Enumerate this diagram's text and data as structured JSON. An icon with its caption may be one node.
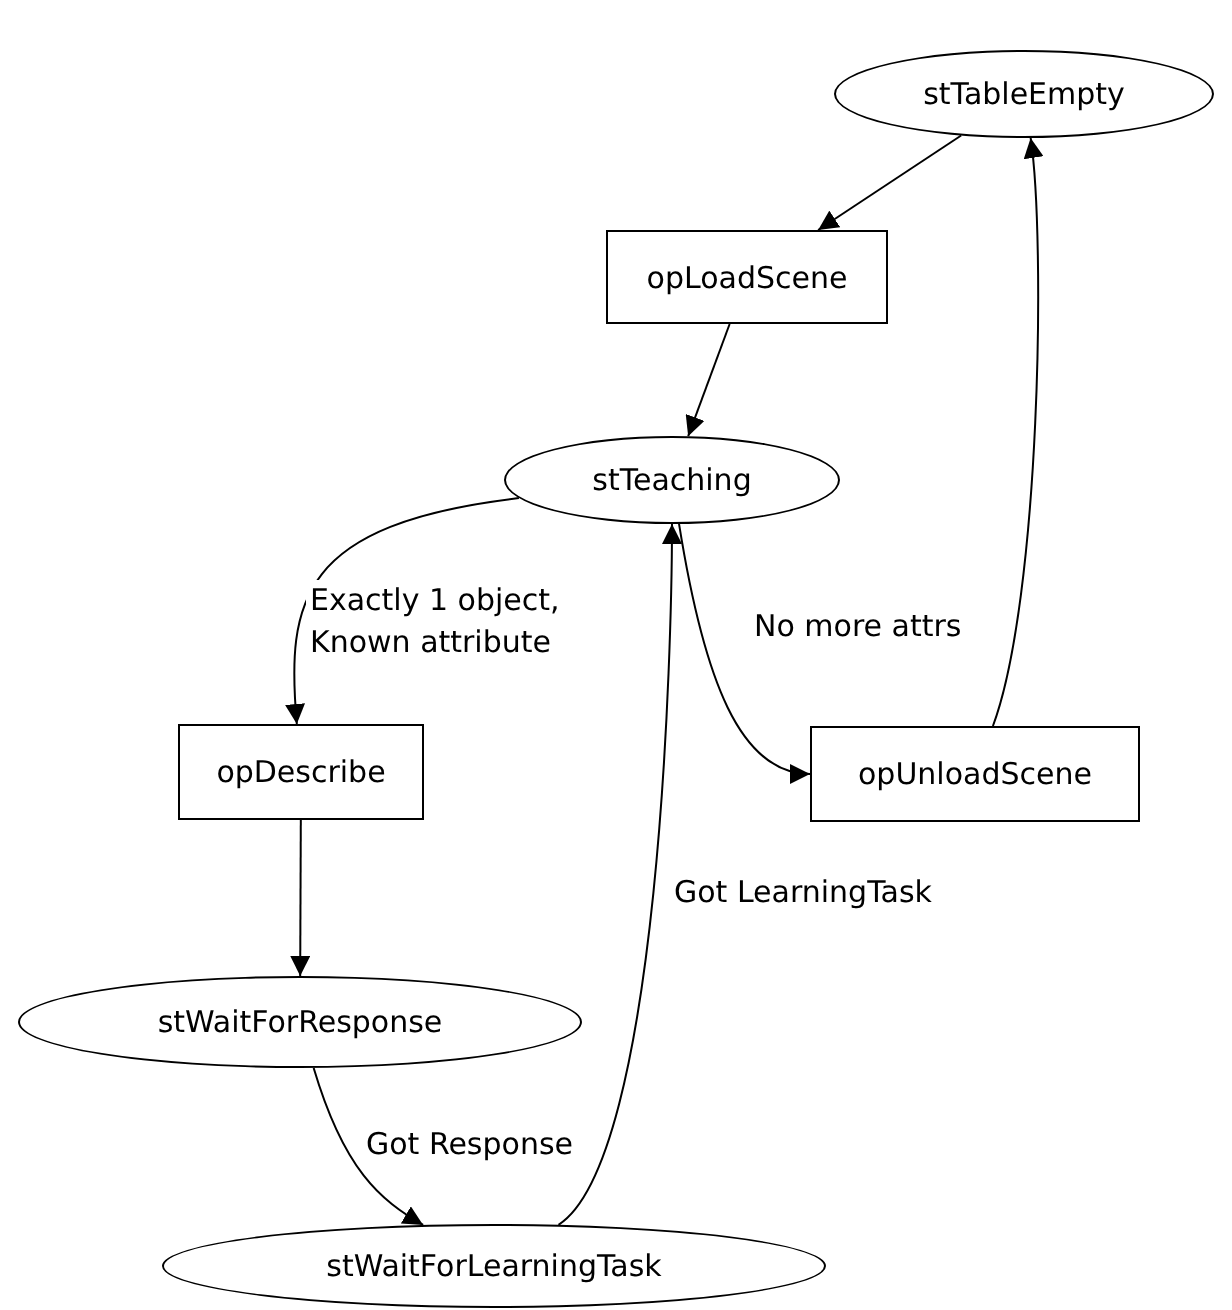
{
  "diagram": {
    "nodes": [
      {
        "text": [
          "stTableEmpty"
        ]
      },
      {
        "text": [
          "opLoadScene"
        ]
      },
      {
        "text": [
          "stTeaching"
        ]
      },
      {
        "text": [
          "opDescribe"
        ]
      },
      {
        "text": [
          "opUnloadScene"
        ]
      },
      {
        "text": [
          "stWaitForResponse"
        ]
      },
      {
        "text": [
          "stWaitForLearningTask"
        ]
      }
    ],
    "edges": [
      {
        "from": 0,
        "to": 1,
        "arrow": "to"
      },
      {
        "from": 1,
        "to": 2,
        "arrow": "to"
      },
      {
        "from": 2,
        "to": 3,
        "arrow": "to",
        "label": "Exactly 1 object, Known attribute"
      },
      {
        "from": 2,
        "to": 4,
        "arrow": "to",
        "label": "No more attrs"
      },
      {
        "from": 4,
        "to": 0,
        "arrow": "to"
      },
      {
        "from": 3,
        "to": 5,
        "arrow": "to"
      },
      {
        "from": 5,
        "to": 6,
        "arrow": "to",
        "label": "Got Response"
      },
      {
        "from": 6,
        "to": 2,
        "arrow": "to",
        "label": "Got LearningTask"
      }
    ]
  }
}
